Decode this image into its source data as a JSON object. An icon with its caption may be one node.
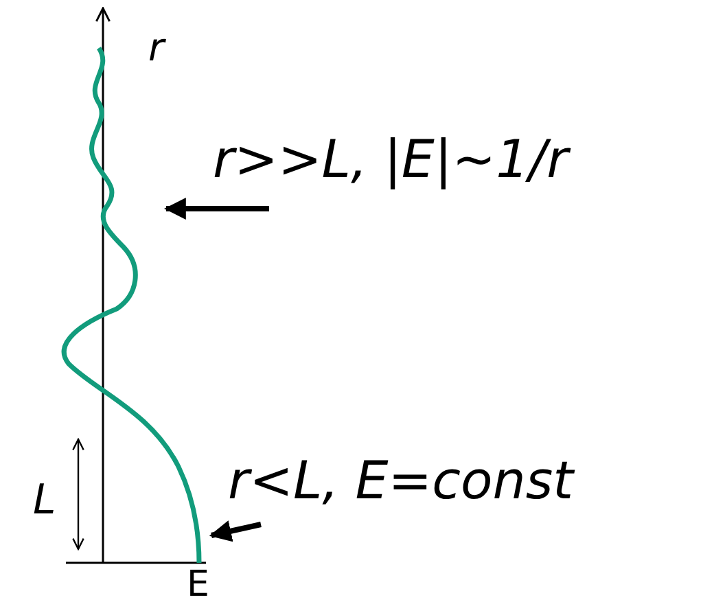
{
  "diagram": {
    "nodes": [
      {
        "text": [
          "r>>L, |E|~1/r"
        ]
      },
      {
        "text": [
          "r<L, E=const"
        ]
      },
      {
        "text": [],
        "shape": "curve"
      }
    ],
    "edges": [
      {
        "from": 0,
        "to": 2,
        "arrow": "to"
      },
      {
        "from": 1,
        "to": 2,
        "arrow": "to"
      }
    ],
    "labels": [
      "r",
      "L",
      "E"
    ]
  }
}
